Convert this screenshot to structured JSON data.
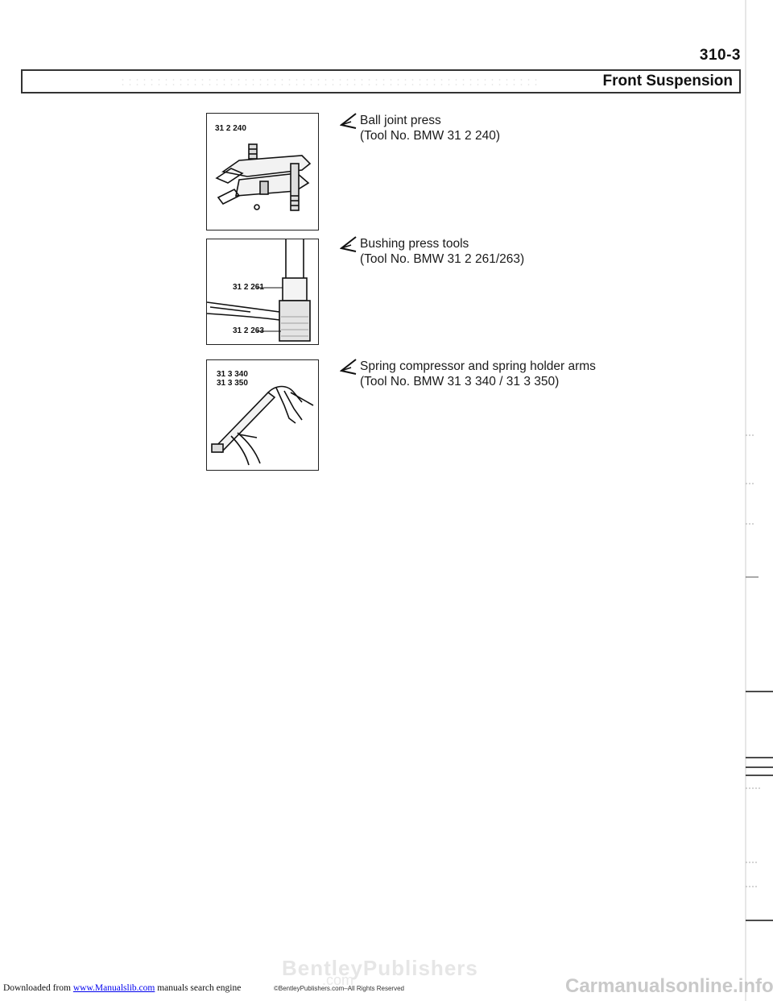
{
  "header": {
    "page_number": "310-3",
    "section_title": "Front Suspension"
  },
  "figures": [
    {
      "labels": [
        "31 2 240"
      ]
    },
    {
      "labels": [
        "31 2 261",
        "31 2 263"
      ]
    },
    {
      "labels": [
        "31 3 340",
        "31 3 350"
      ]
    }
  ],
  "entries": [
    {
      "line1": "Ball joint press",
      "line2": "(Tool No. BMW 31 2 240)"
    },
    {
      "line1": "Bushing press tools",
      "line2": "(Tool No. BMW 31 2 261/263)"
    },
    {
      "line1": "Spring compressor and spring holder arms",
      "line2": "(Tool No. BMW 31 3 340 / 31 3 350)"
    }
  ],
  "footer": {
    "downloaded_prefix": "Downloaded from",
    "link_text": "www.Manualslib.com",
    "suffix": "manuals search engine",
    "copyright": "©BentleyPublishers.com–All Rights Reserved",
    "watermark": "BentleyPublishers",
    "watermark_sub": ".com",
    "brand": "Carmanualsonline.info"
  }
}
